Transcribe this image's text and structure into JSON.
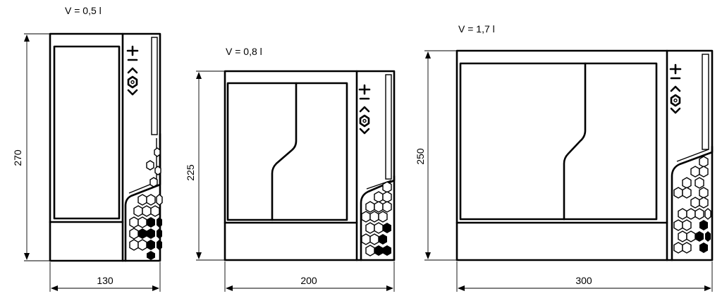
{
  "appliances": [
    {
      "volume_label": "V = 0,5 l",
      "width_label": "130",
      "height_label": "270"
    },
    {
      "volume_label": "V = 0,8 l",
      "width_label": "200",
      "height_label": "225"
    },
    {
      "volume_label": "V = 1,7 l",
      "width_label": "300",
      "height_label": "250"
    }
  ],
  "icons": [
    "plus-icon",
    "minus-icon",
    "chevron-up-icon",
    "hexagon-icon",
    "chevron-down-icon"
  ]
}
